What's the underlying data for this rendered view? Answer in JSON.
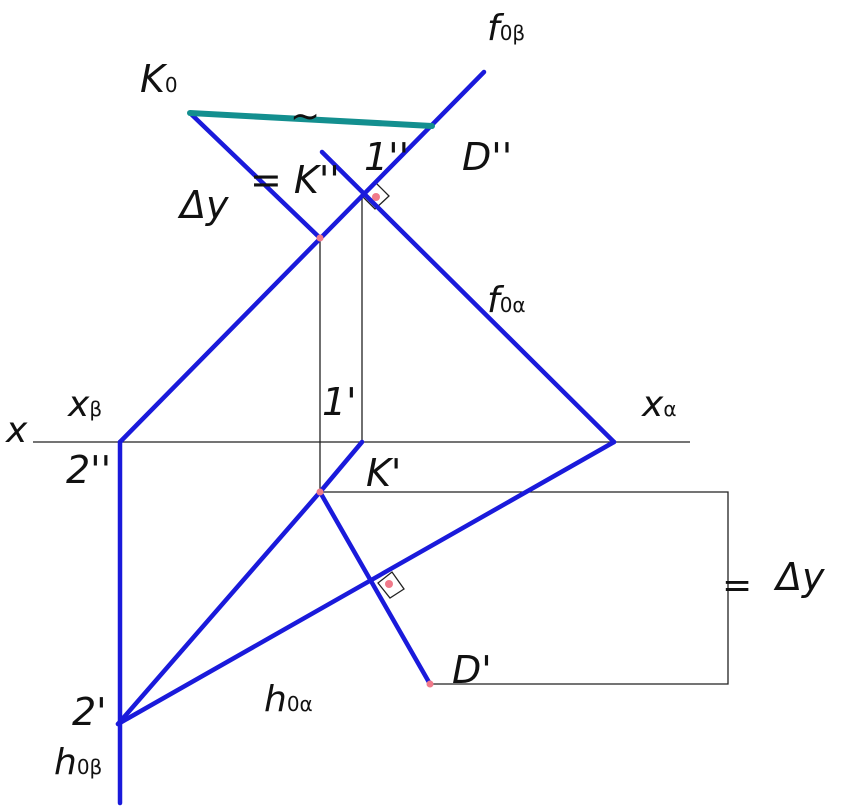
{
  "labels": {
    "f0b": "f",
    "f0b_sub": "0β",
    "k0": "K",
    "k0_sub": "0",
    "tilde": "~",
    "p1dd": "1''",
    "dpp": "D''",
    "delta_y_top": "Δy",
    "eq_kpp": "= K''",
    "f0a": "f",
    "f0a_sub": "0α",
    "xb": "x",
    "xb_sub": "β",
    "x_axis": "x",
    "p1p": "1'",
    "xa": "x",
    "xa_sub": "α",
    "p2dd": "2''",
    "kp": "K'",
    "eq": "=",
    "delta_y_right": "Δy",
    "dp": "D'",
    "h0a": "h",
    "h0a_sub": "0α",
    "p2p": "2'",
    "h0b": "h",
    "h0b_sub": "0β"
  },
  "colors": {
    "trace_lines": "#1a1adb",
    "true_length": "#138f8f",
    "construction": "#222222",
    "points": "#f07a8a"
  }
}
